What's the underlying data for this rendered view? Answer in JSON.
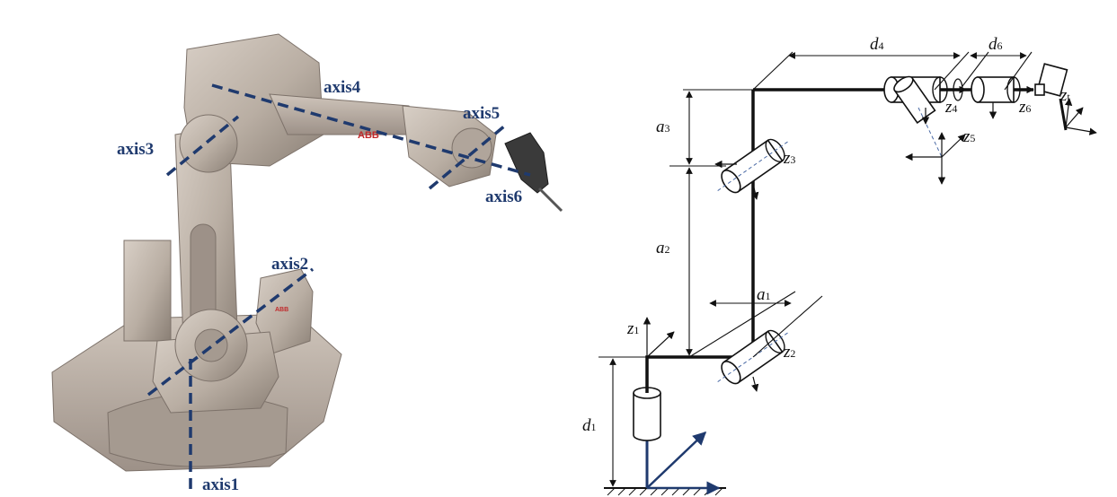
{
  "robot_photo": {
    "brand": "ABB",
    "colors": {
      "body": "#b9aea3",
      "shadow": "#8a7f75",
      "highlight": "#d8cfc6",
      "axis_line": "#1f3a6e",
      "brand_red": "#c0282a"
    },
    "axes": [
      {
        "id": "axis1",
        "label": "axis1"
      },
      {
        "id": "axis2",
        "label": "axis2"
      },
      {
        "id": "axis3",
        "label": "axis3"
      },
      {
        "id": "axis4",
        "label": "axis4"
      },
      {
        "id": "axis5",
        "label": "axis5"
      },
      {
        "id": "axis6",
        "label": "axis6"
      }
    ]
  },
  "schematic": {
    "colors": {
      "line": "#111111",
      "base_vector": "#1f3a6e"
    },
    "dimensions": [
      {
        "id": "d1",
        "symbol": "d",
        "index": "1"
      },
      {
        "id": "a1",
        "symbol": "a",
        "index": "1"
      },
      {
        "id": "a2",
        "symbol": "a",
        "index": "2"
      },
      {
        "id": "a3",
        "symbol": "a",
        "index": "3"
      },
      {
        "id": "d4",
        "symbol": "d",
        "index": "4"
      },
      {
        "id": "d6",
        "symbol": "d",
        "index": "6"
      }
    ],
    "frames": [
      {
        "id": "z1",
        "symbol": "z",
        "index": "1"
      },
      {
        "id": "z2",
        "symbol": "z",
        "index": "2"
      },
      {
        "id": "z3",
        "symbol": "z",
        "index": "3"
      },
      {
        "id": "z4",
        "symbol": "z",
        "index": "4"
      },
      {
        "id": "z5",
        "symbol": "z",
        "index": "5"
      },
      {
        "id": "z6",
        "symbol": "z",
        "index": "6"
      },
      {
        "id": "zt",
        "symbol": "z",
        "index": "t"
      }
    ]
  }
}
